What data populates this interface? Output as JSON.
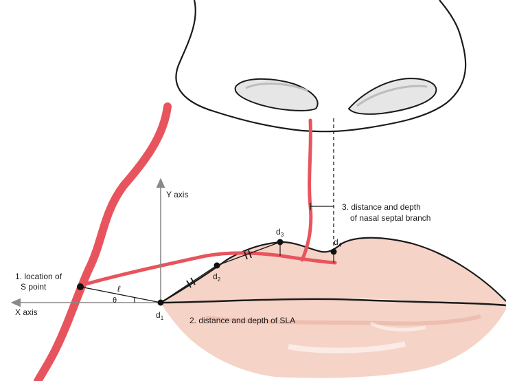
{
  "labels": {
    "y_axis": "Y axis",
    "x_axis": "X axis",
    "s_point_line1": "1. location of",
    "s_point_line2": "S point",
    "sla": "2. distance and depth of SLA",
    "septal_line1": "3. distance and depth",
    "septal_line2": "of nasal septal branch",
    "l_symbol": "ℓ",
    "theta_symbol": "θ"
  },
  "points": [
    {
      "base": "d",
      "sub": "1"
    },
    {
      "base": "d",
      "sub": "2"
    },
    {
      "base": "d",
      "sub": "3"
    },
    {
      "base": "d",
      "sub": "4"
    }
  ],
  "colors": {
    "artery": "#e8545d",
    "lip_fill": "#f6d3c7",
    "lip_shadow": "#eab7a8",
    "outline": "#1a1a1a",
    "axis": "#8a8a8a",
    "nostril_fill": "#e6e6e6"
  }
}
